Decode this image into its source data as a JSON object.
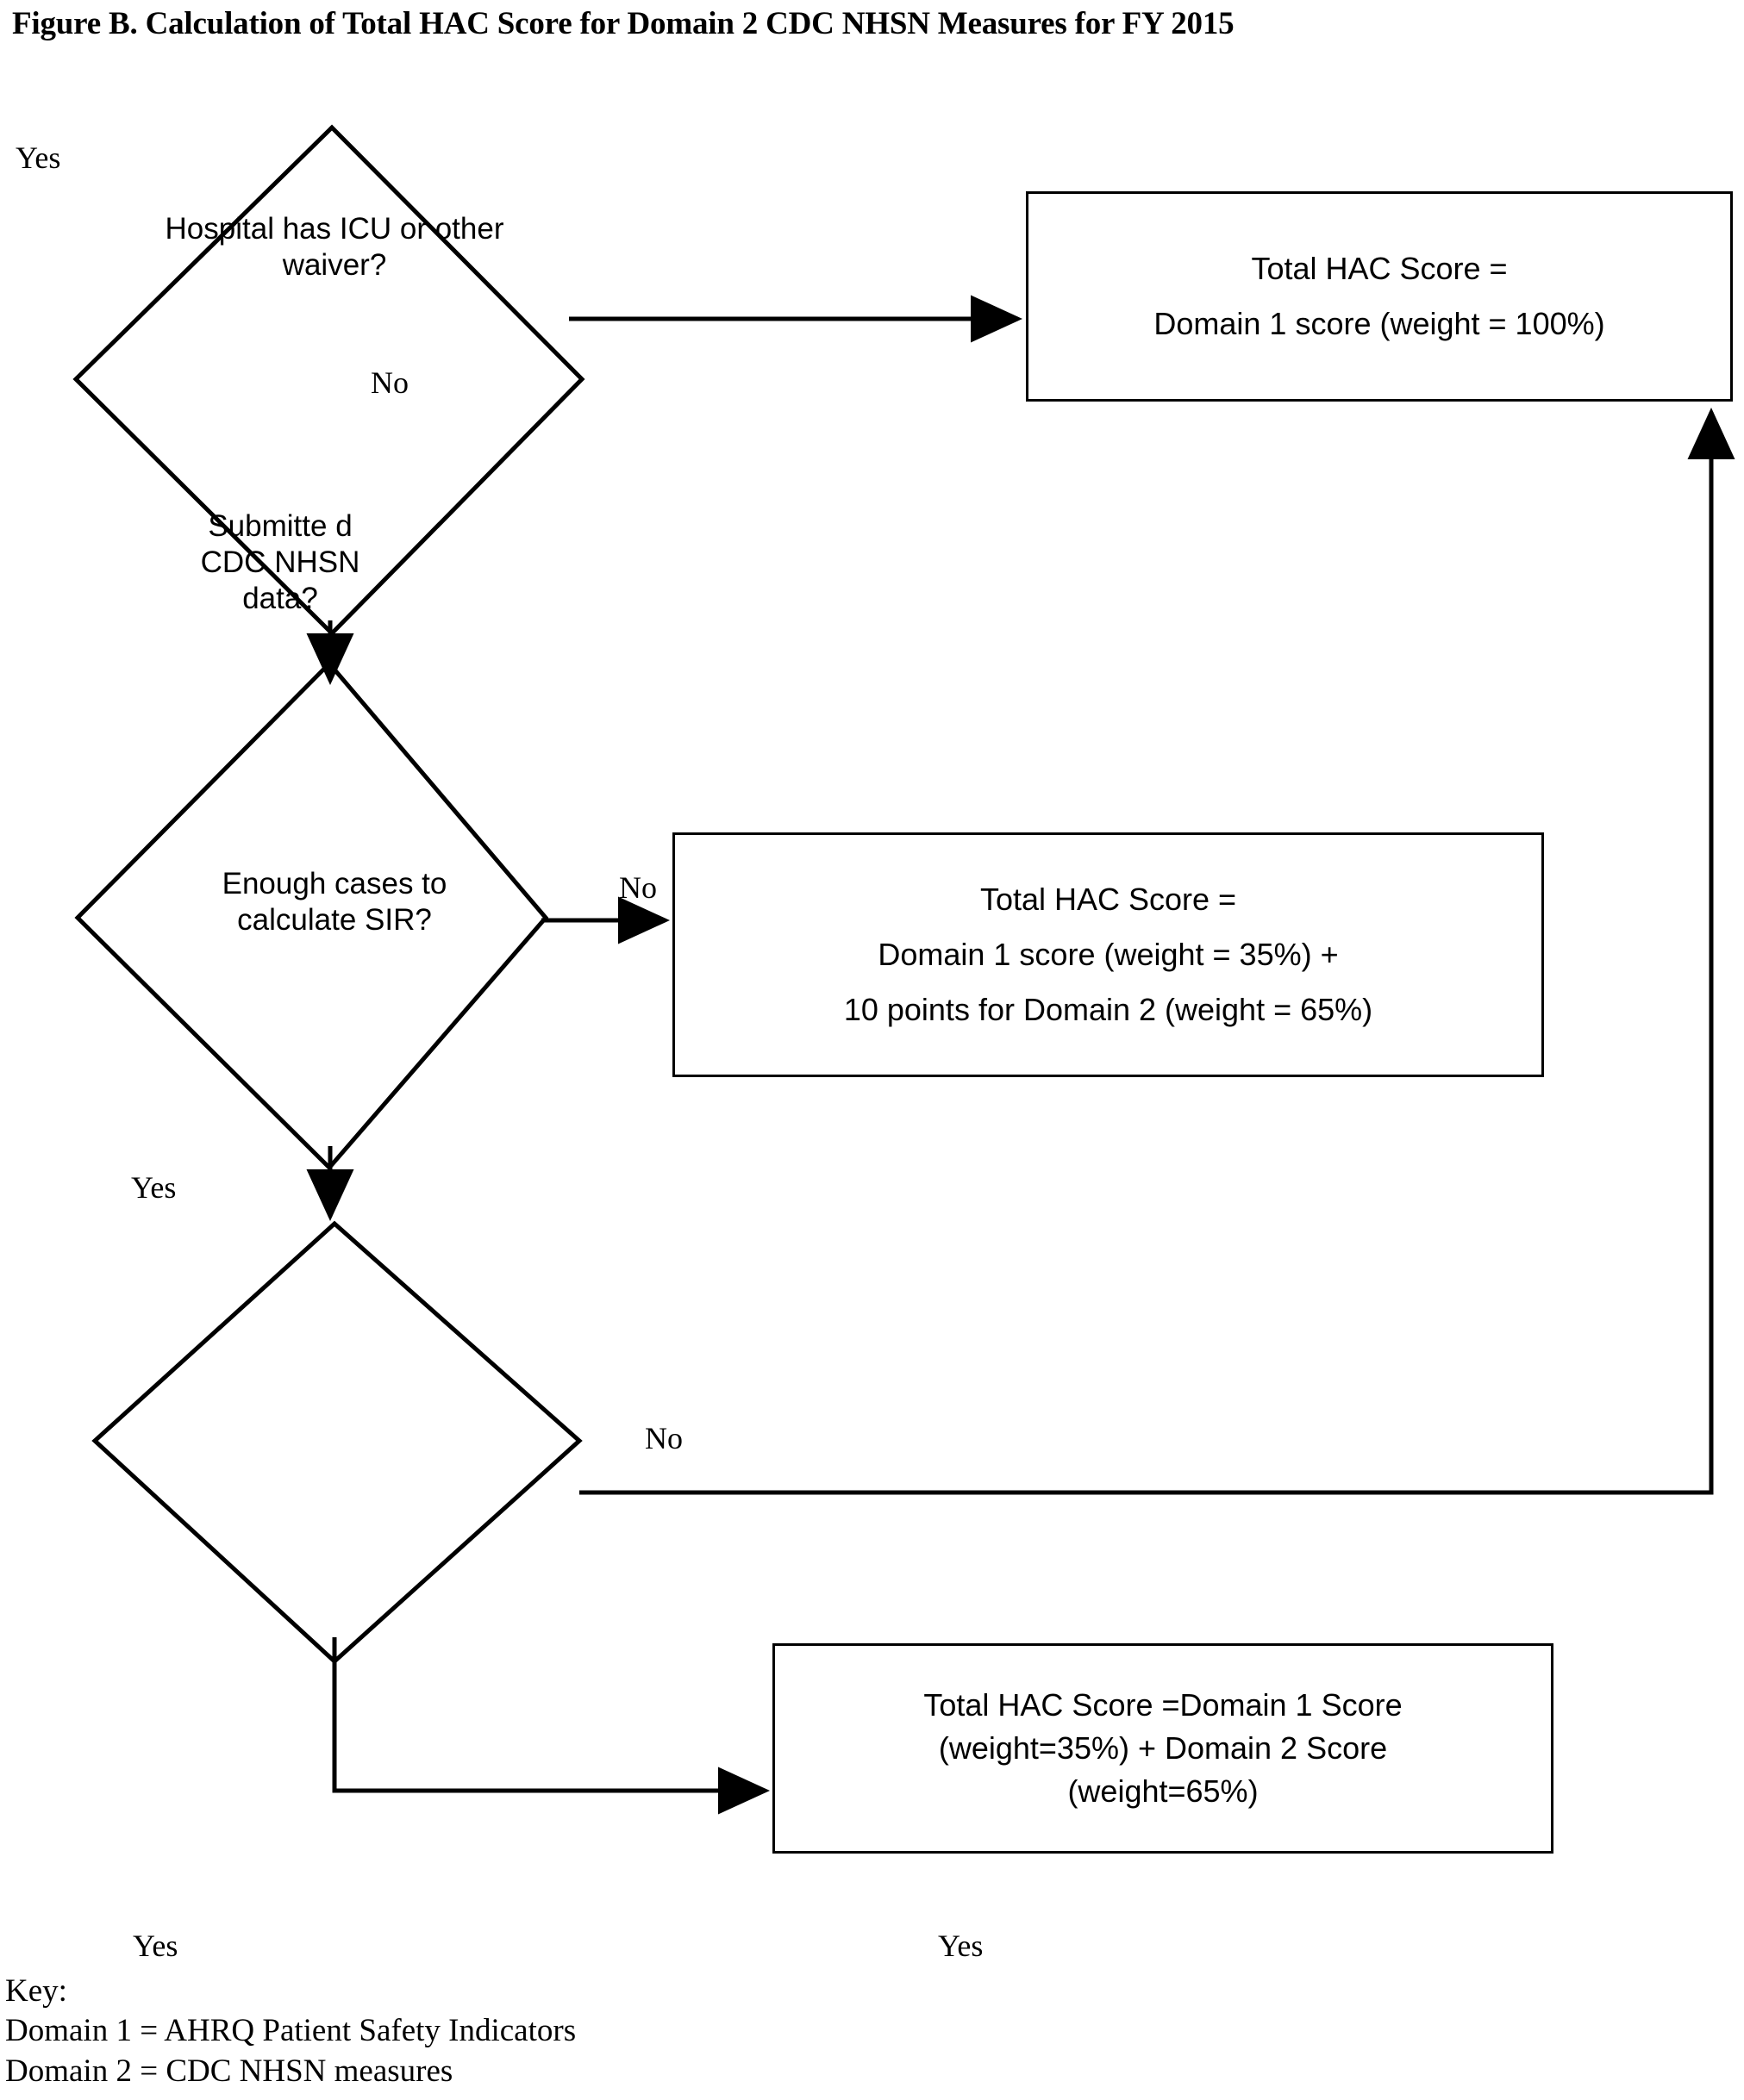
{
  "figure": {
    "title": "Figure B. Calculation of Total HAC Score for Domain 2 CDC NHSN Measures for FY 2015"
  },
  "nodes": {
    "decision_waiver": {
      "shape": "diamond",
      "lines": [
        "Hospital has",
        "ICU or other",
        "waiver?"
      ]
    },
    "decision_submitted": {
      "shape": "diamond",
      "lines": [
        "Submitte",
        "d CDC",
        "NHSN",
        "data?"
      ]
    },
    "decision_enough_cases": {
      "shape": "diamond",
      "lines": [
        "Enough",
        "cases to",
        "calculate",
        "SIR?"
      ]
    },
    "box_domain1_only": {
      "shape": "process",
      "lines": [
        "Total HAC Score =",
        "Domain 1 score (weight = 100%)"
      ]
    },
    "box_no_data": {
      "shape": "process",
      "lines": [
        "Total HAC Score =",
        "Domain 1 score (weight = 35%) +",
        "10 points for Domain 2 (weight = 65%)"
      ]
    },
    "box_both_domains": {
      "shape": "process",
      "lines": [
        "Total HAC Score =Domain 1 Score",
        "(weight=35%) + Domain 2 Score",
        "(weight=65%)"
      ]
    }
  },
  "edge_labels": {
    "yes_waiver": "Yes",
    "no_waiver": "No",
    "no_submitted": "No",
    "yes_submitted": "Yes",
    "no_enough_cases": "No",
    "yes_bottom_left": "Yes",
    "yes_bottom_mid": "Yes"
  },
  "key": {
    "heading": "Key:",
    "entries": [
      "Domain 1 = AHRQ Patient Safety Indicators",
      "Domain 2 = CDC NHSN measures"
    ]
  },
  "colors": {
    "stroke": "#000000",
    "background": "#ffffff",
    "text": "#000000"
  }
}
